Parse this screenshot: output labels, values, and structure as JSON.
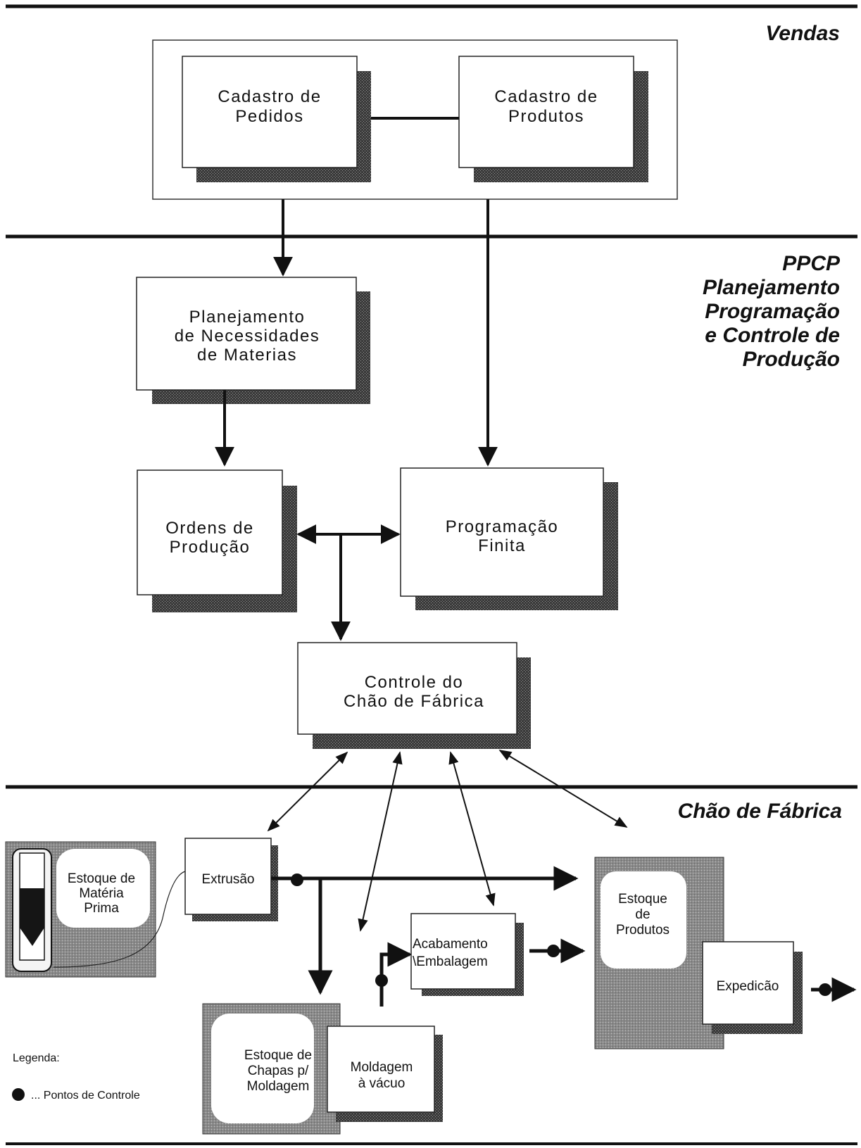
{
  "sections": {
    "vendas": "Vendas",
    "ppcp": [
      "PPCP",
      "Planejamento",
      "Programação",
      "e Controle de",
      "Produção"
    ],
    "chao": "Chão de Fábrica"
  },
  "boxes": {
    "cadastro_pedidos": [
      "Cadastro  de",
      "Pedidos"
    ],
    "cadastro_produtos": [
      "Cadastro  de",
      "Produtos"
    ],
    "planejamento": [
      "Planejamento",
      "de  Necessidades",
      "de  Materias"
    ],
    "ordens": [
      "Ordens  de",
      "Produção"
    ],
    "programacao": [
      "Programação",
      "Finita"
    ],
    "controle": [
      "Controle  do",
      "Chão  de  Fábrica"
    ],
    "estoque_materia": [
      "Estoque de",
      "Matéria",
      "Prima"
    ],
    "extrusao": [
      "Extrusão"
    ],
    "acabamento": [
      "Acabamento",
      "\\Embalagem"
    ],
    "estoque_produtos": [
      "Estoque",
      "de",
      "Produtos"
    ],
    "expedicao": [
      "Expedicão"
    ],
    "estoque_chapas": [
      "Estoque de",
      "Chapas p/",
      "Moldagem"
    ],
    "moldagem": [
      "Moldagem",
      "à  vácuo"
    ]
  },
  "legend": {
    "title": "Legenda:",
    "item": "... Pontos de Controle"
  }
}
